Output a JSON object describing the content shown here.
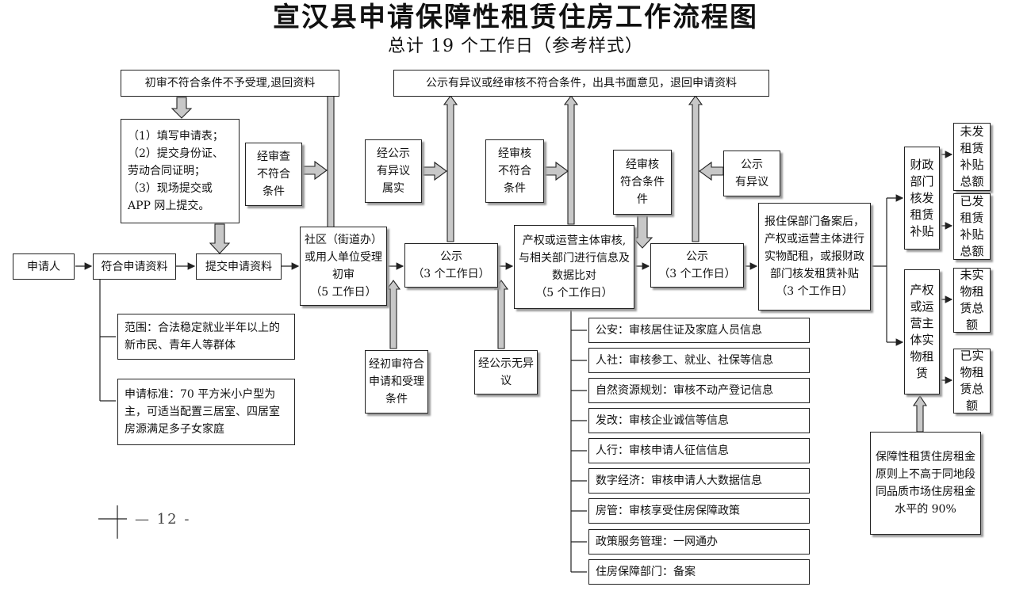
{
  "header": {
    "title": "宣汉县申请保障性租赁住房工作流程图",
    "subtitle": "总计 19 个工作日（参考样式）"
  },
  "boxes": {
    "reject_first": "初审不符合条件不予受理,退回资料",
    "reject_public": "公示有异议或经审核不符合条件，出具书面意见，退回申请资料",
    "steps_list": "（1）填写申请表；\n（2）提交身份证、劳动合同证明；\n（3）现场提交或 APP 网上提交。",
    "review_fail": "经审查\n不符合\n条件",
    "public_objection_true": "经公示\n有异议\n属实",
    "verify_fail": "经审核\n不符合\n条件",
    "verify_pass": "经审核\n符合条件件",
    "public_objection": "公示\n有异议",
    "applicant": "申请人",
    "eligible_materials": "符合申请资料",
    "submit_materials": "提交申请资料",
    "community_review": "社区（街道办）或用人单位受理初审\n（5 工作日）",
    "publicity_1": "公示\n（3 个工作日）",
    "compare_data": "产权或运营主体审核,与相关部门进行信息及数据比对\n（5 个工作日）",
    "publicity_2": "公示\n（3 个工作日）",
    "filing": "报住保部门备案后，产权或运营主体进行实物配租，或报财政部门核发租赁补贴\n（3 个工作日）",
    "finance_subsidy": "财政部门核发租赁补贴",
    "owner_rent": "产权或运营主体实物租赁",
    "unpaid_subsidy": "未发租赁补贴总额",
    "paid_subsidy": "已发租赁补贴总额",
    "unleased": "未实物租赁总额",
    "leased": "已实物租赁总额",
    "rent_principle": "保障性租赁住房租金原则上不高于同地段同品质市场住房租金水平的 90%",
    "scope": "范围：合法稳定就业半年以上的新市民、青年人等群体",
    "standard": "申请标准：70 平方米小户型为主，可适当配置三居室、四居室房源满足多子女家庭",
    "first_pass": "经初审符合申请和受理条件",
    "public_no_objection": "经公示无异议"
  },
  "departments": [
    "公安：审核居住证及家庭人员信息",
    "人社：审核参工、就业、社保等信息",
    "自然资源规划：审核不动产登记信息",
    "发改：审核企业诚信等信息",
    "人行：审核申请人征信信息",
    "数字经济：审核申请人大数据信息",
    "房管：审核享受住房保障政策",
    "政策服务管理：一网通办",
    "住房保障部门：备案"
  ],
  "footer": {
    "page_number": "— 12 -"
  },
  "colors": {
    "line": "#222222",
    "arrow_fill": "#c8c8c8",
    "shadow": "#9a9a9a"
  }
}
